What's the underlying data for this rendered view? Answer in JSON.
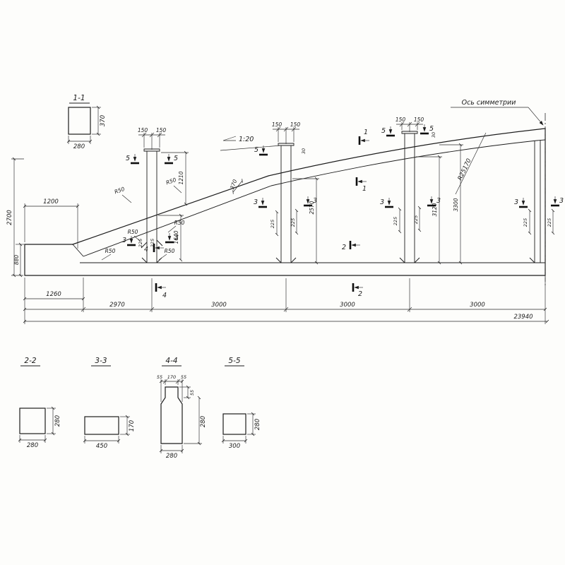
{
  "annotations": {
    "symmetry_axis": "Ось симметрии",
    "slope": "1:20",
    "main_radius": "R25170",
    "fillet_radius": "R50",
    "chamfer": "30"
  },
  "elevation_dims": {
    "total_length": "23940",
    "span": "3000",
    "span_first": "2970",
    "overhang": "1260",
    "ledge": "1200",
    "end_height_total": "2700",
    "end_height": "880",
    "post_offset": "150",
    "post_half_width": "225",
    "h_post1": "1210",
    "chord_depth": "370",
    "h1": "1640",
    "h2": "2570",
    "h3": "3120",
    "h4": "3300"
  },
  "section_marks": {
    "s1": "1",
    "s2": "2",
    "s3": "3",
    "s4": "4",
    "s5": "5"
  },
  "sections": {
    "s11": {
      "title": "1-1",
      "width": "280",
      "height": "370"
    },
    "s22": {
      "title": "2-2",
      "width": "280",
      "height": "280"
    },
    "s33": {
      "title": "3-3",
      "width": "450",
      "height": "170"
    },
    "s44": {
      "title": "4-4",
      "width": "280",
      "height": "280",
      "flange_left": "55",
      "web": "170",
      "flange_right": "55",
      "neck_height": "55"
    },
    "s55": {
      "title": "5-5",
      "width": "300",
      "height": "280"
    }
  }
}
